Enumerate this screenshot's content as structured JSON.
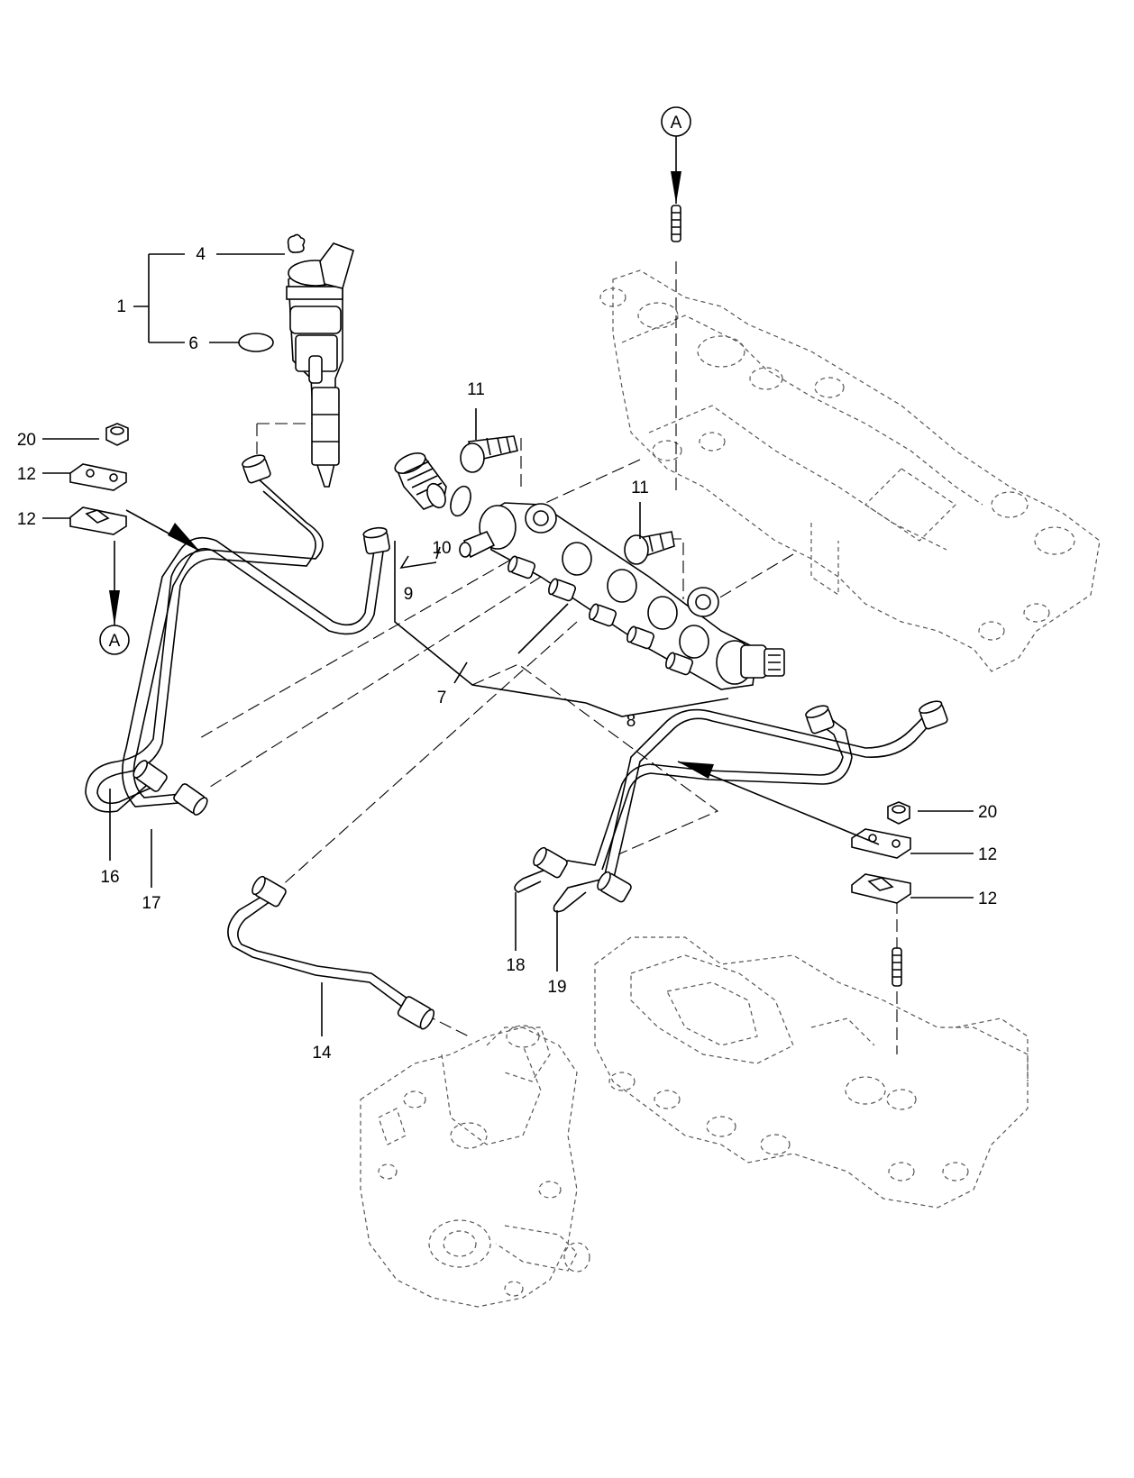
{
  "callouts": [
    "1",
    "4",
    "6",
    "7",
    "8",
    "9",
    "10",
    "11",
    "11",
    "12",
    "12",
    "12",
    "12",
    "14",
    "16",
    "17",
    "18",
    "19",
    "20",
    "20"
  ],
  "view_ref": "A",
  "colors": {
    "line": "#000000",
    "ghost": "#555555",
    "background": "#ffffff"
  }
}
